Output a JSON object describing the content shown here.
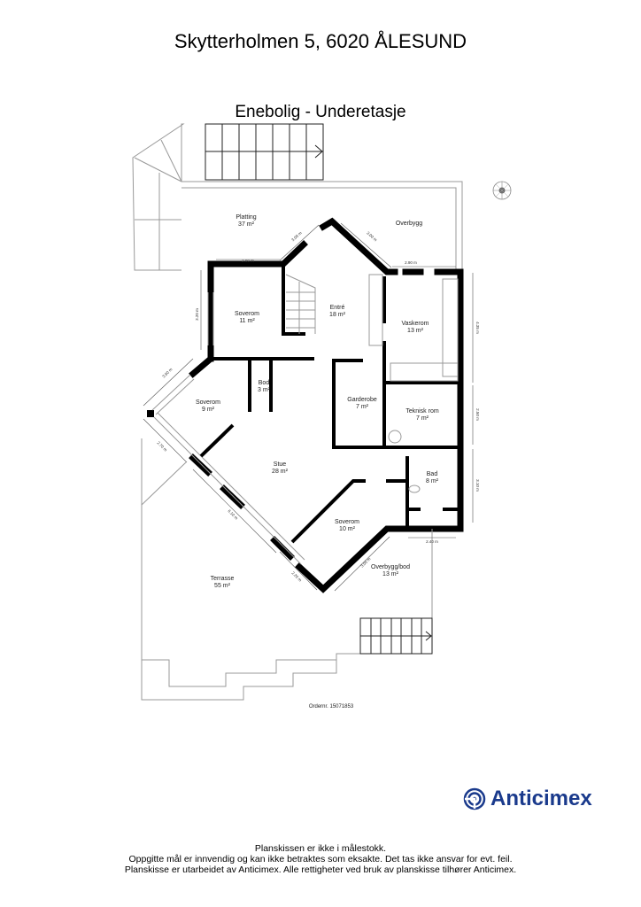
{
  "header": {
    "address": "Skytterholmen 5, 6020 ÅLESUND",
    "floor": "Enebolig - Underetasje"
  },
  "rooms": [
    {
      "name": "Platting",
      "area": "37 m²"
    },
    {
      "name": "Overbygg",
      "area": ""
    },
    {
      "name": "Soverom",
      "area": "11 m²"
    },
    {
      "name": "Entré",
      "area": "18 m²"
    },
    {
      "name": "Vaskerom",
      "area": "13 m²"
    },
    {
      "name": "Bod",
      "area": "3 m²"
    },
    {
      "name": "Soverom",
      "area": "9 m²"
    },
    {
      "name": "Garderobe",
      "area": "7 m²"
    },
    {
      "name": "Teknisk rom",
      "area": "7 m²"
    },
    {
      "name": "Stue",
      "area": "28 m²"
    },
    {
      "name": "Bad",
      "area": "8 m²"
    },
    {
      "name": "Soverom",
      "area": "10 m²"
    },
    {
      "name": "Overbygg/bod",
      "area": "13 m²"
    },
    {
      "name": "Terrasse",
      "area": "55 m²"
    }
  ],
  "dimensions": [
    "2.90 m",
    "3.00 m",
    "3.00 m",
    "2.90 m",
    "4.35 m",
    "2.50 m",
    "3.10 m",
    "2.40 m",
    "3.00 m",
    "2.20 m",
    "6.10 m",
    "2.70 m",
    "3.60 m",
    "3.20 m"
  ],
  "order_number": "Ordernr. 15071853",
  "brand": {
    "name": "Anticimex",
    "color": "#1a3a8c"
  },
  "compass": "compass-rose-icon",
  "footer": {
    "line1": "Planskissen er ikke i målestokk.",
    "line2": "Oppgitte mål er innvendig og kan ikke betraktes som eksakte. Det tas ikke ansvar for evt. feil.",
    "line3": "Planskisse er utarbeidet av Anticimex. Alle rettigheter ved bruk av planskisse tilhører Anticimex."
  }
}
